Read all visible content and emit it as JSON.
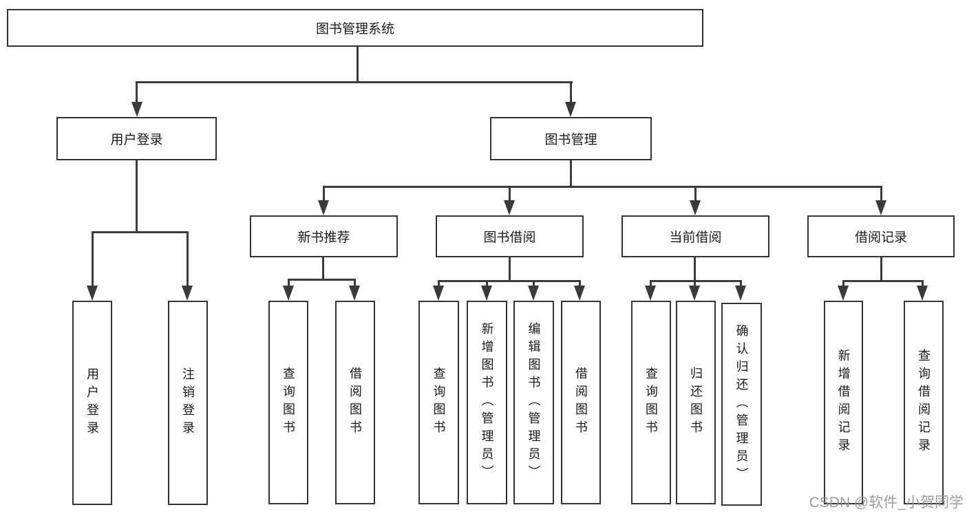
{
  "colors": {
    "background": "#ffffff",
    "box_border": "#333333",
    "line": "#3a3a3a",
    "text": "#1a1a1a",
    "watermark": "#969696"
  },
  "tree": {
    "root": {
      "label": "图书管理系统",
      "children": [
        {
          "label": "用户登录",
          "children": [
            {
              "label": "用户登录"
            },
            {
              "label": "注销登录"
            }
          ]
        },
        {
          "label": "图书管理",
          "children": [
            {
              "label": "新书推荐",
              "children": [
                {
                  "label": "查询图书"
                },
                {
                  "label": "借阅图书"
                }
              ]
            },
            {
              "label": "图书借阅",
              "children": [
                {
                  "label": "查询图书"
                },
                {
                  "label": "新增图书（管理员）"
                },
                {
                  "label": "编辑图书（管理员）"
                },
                {
                  "label": "借阅图书"
                }
              ]
            },
            {
              "label": "当前借阅",
              "children": [
                {
                  "label": "查询图书"
                },
                {
                  "label": "归还图书"
                },
                {
                  "label": "确认归还（管理员）"
                }
              ]
            },
            {
              "label": "借阅记录",
              "children": [
                {
                  "label": "新增借阅记录"
                },
                {
                  "label": "查询借阅记录"
                }
              ]
            }
          ]
        }
      ]
    }
  },
  "watermark": {
    "text": "CSDN @软件_小贺同学"
  }
}
